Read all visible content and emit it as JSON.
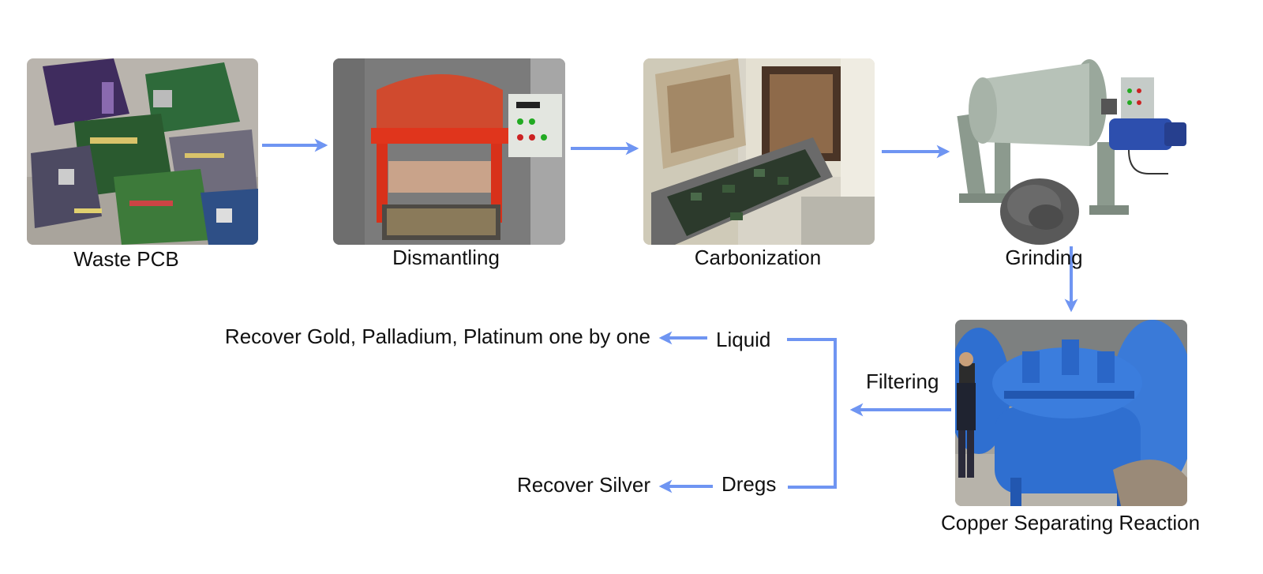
{
  "steps": {
    "waste_pcb": {
      "label": "Waste PCB",
      "icon": "circuit-boards-photo"
    },
    "dismantling": {
      "label": "Dismantling",
      "icon": "dismantling-machine-photo"
    },
    "carbonization": {
      "label": "Carbonization",
      "icon": "carbonization-furnace-photo"
    },
    "grinding": {
      "label": "Grinding",
      "icon": "ball-mill-photo"
    },
    "copper_separating": {
      "label": "Copper Separating Reaction",
      "icon": "reactor-tank-photo"
    }
  },
  "branches": {
    "filtering": "Filtering",
    "liquid": "Liquid",
    "dregs": "Dregs"
  },
  "outputs": {
    "gold": "Recover Gold, Palladium, Platinum one by one",
    "silver": "Recover Silver"
  },
  "colors": {
    "arrow": "#6f95f2",
    "text": "#111111",
    "reactor_blue": "#2f6fd0",
    "machine_red": "#d63a20"
  }
}
